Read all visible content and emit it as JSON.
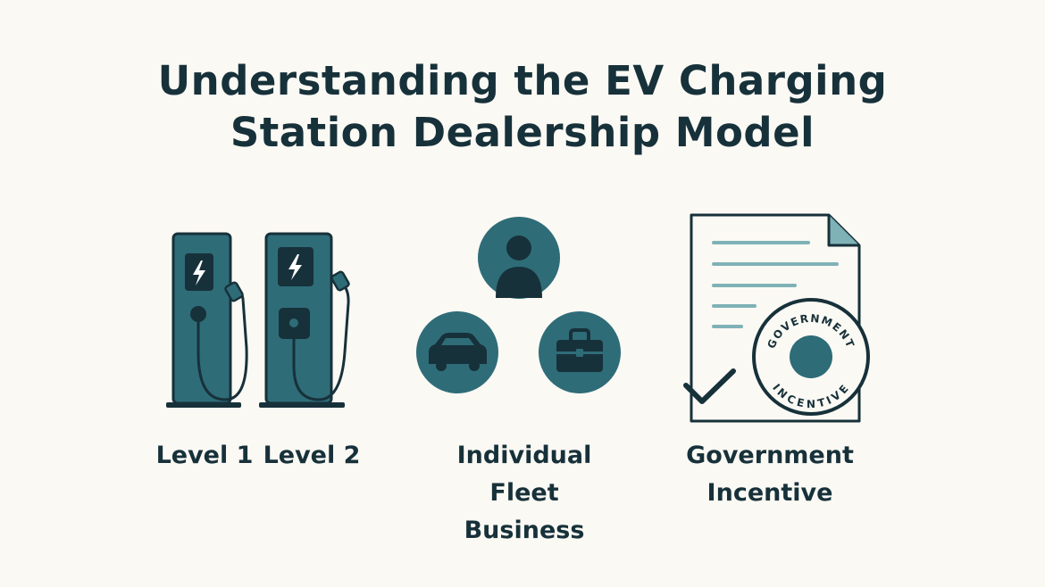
{
  "title": {
    "line1": "Understanding the EV Charging",
    "line2": "Station Dealership Model"
  },
  "chargers": {
    "level1_label": "Level 1",
    "level2_label": "Level 2"
  },
  "customers": {
    "lines": [
      "Individual",
      "Fleet",
      "Business"
    ]
  },
  "incentive": {
    "lines": [
      "Government",
      "Incentive"
    ],
    "stamp_top": "GOVERNMENT",
    "stamp_bottom": "INCENTIVE"
  },
  "colors": {
    "background": "#fbf9f4",
    "teal": "#2e6c78",
    "dark": "#17313a",
    "line": "#7fb2b6"
  }
}
